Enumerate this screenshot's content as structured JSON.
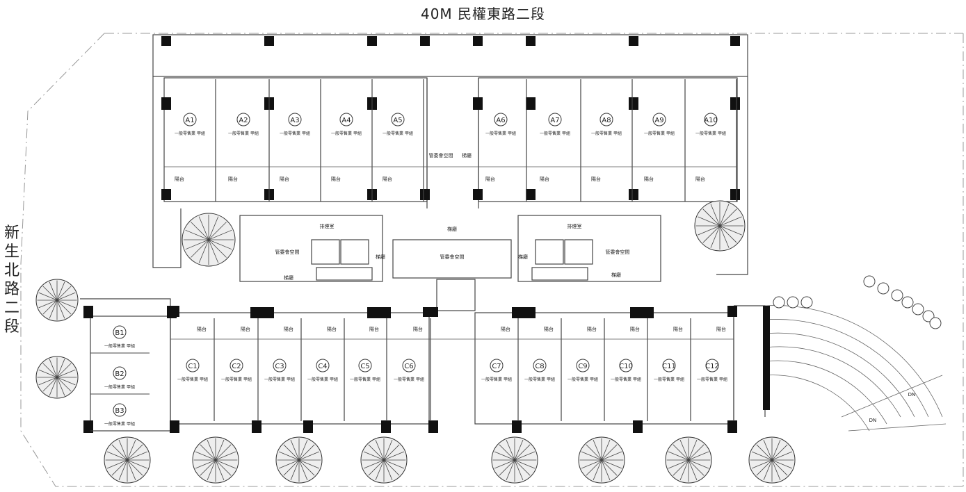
{
  "streets": {
    "north": "40M 民權東路二段",
    "west": "新生北路二段"
  },
  "unit_use": "一般零售業 甲組",
  "balcony_label": "陽台",
  "stair_label": "梯廳",
  "committee_label": "管委會空間",
  "exhaust_label": "排煙室",
  "down_label": "DN",
  "units": {
    "row_a": [
      "A1",
      "A2",
      "A3",
      "A4",
      "A5",
      "A6",
      "A7",
      "A8",
      "A9",
      "A10"
    ],
    "row_b": [
      "B1",
      "B2",
      "B3"
    ],
    "row_c": [
      "C1",
      "C2",
      "C3",
      "C4",
      "C5",
      "C6",
      "C7",
      "C8",
      "C9",
      "C10",
      "C11",
      "C12"
    ]
  }
}
